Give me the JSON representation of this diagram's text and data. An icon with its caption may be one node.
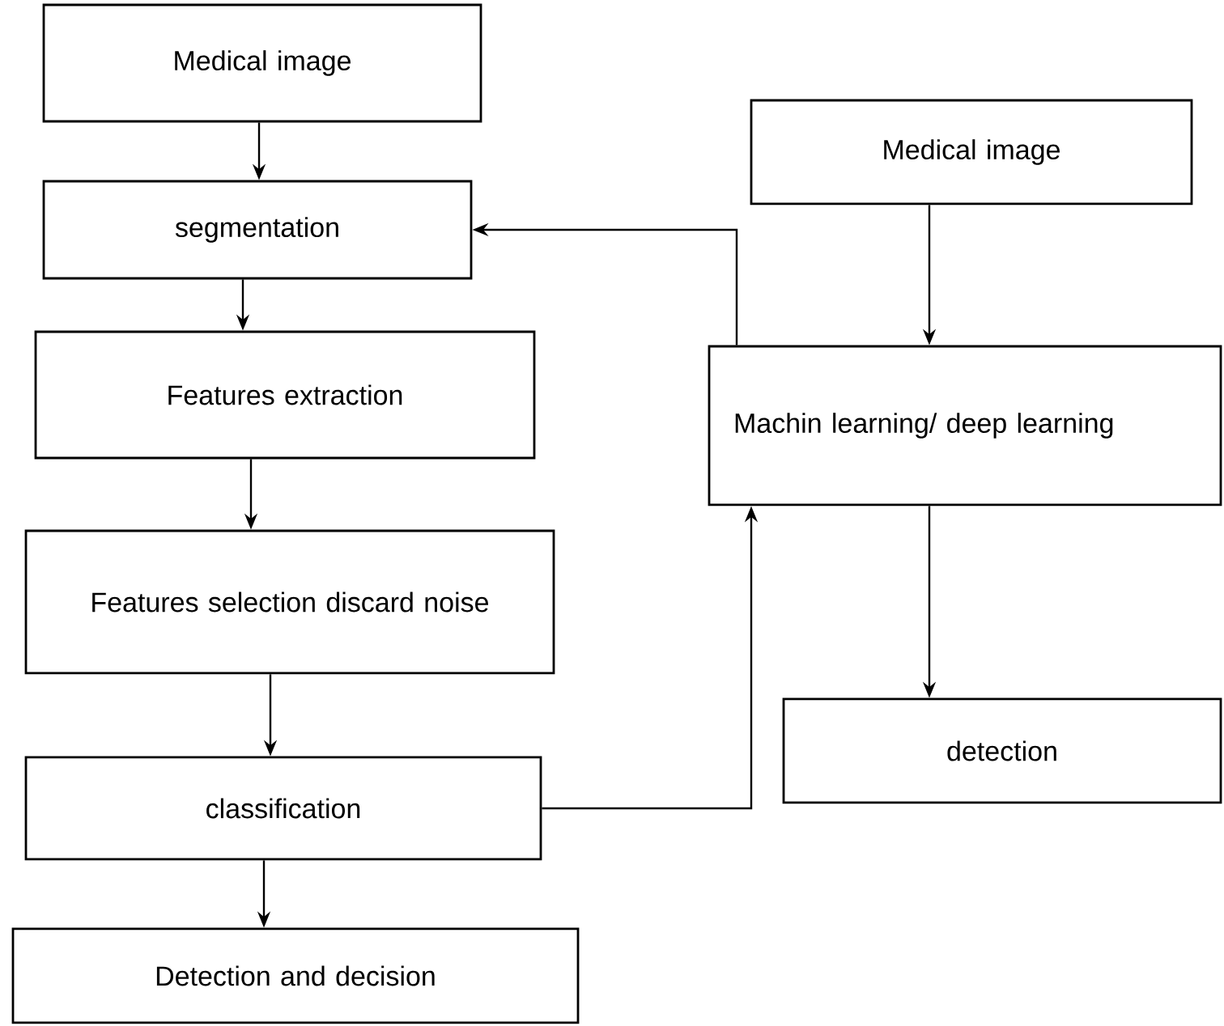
{
  "diagram": {
    "nodes": [
      {
        "text": [
          "Medical image"
        ]
      },
      {
        "text": [
          "segmentation"
        ]
      },
      {
        "text": [
          "Features extraction"
        ]
      },
      {
        "text": [
          "Features selection discard noise"
        ]
      },
      {
        "text": [
          "classification"
        ]
      },
      {
        "text": [
          "Detection and decision"
        ]
      },
      {
        "text": [
          "Medical image"
        ]
      },
      {
        "text": [
          "Machin learning/ deep learning"
        ]
      },
      {
        "text": [
          "detection"
        ]
      }
    ],
    "edges": [
      {
        "from": 0,
        "to": 1,
        "arrow": "to"
      },
      {
        "from": 1,
        "to": 2,
        "arrow": "to"
      },
      {
        "from": 2,
        "to": 3,
        "arrow": "to"
      },
      {
        "from": 3,
        "to": 4,
        "arrow": "to"
      },
      {
        "from": 4,
        "to": 5,
        "arrow": "to"
      },
      {
        "from": 6,
        "to": 7,
        "arrow": "to"
      },
      {
        "from": 7,
        "to": 8,
        "arrow": "to"
      },
      {
        "from": 4,
        "to": 7,
        "arrow": "to"
      },
      {
        "from": 7,
        "to": 1,
        "arrow": "to"
      }
    ]
  }
}
